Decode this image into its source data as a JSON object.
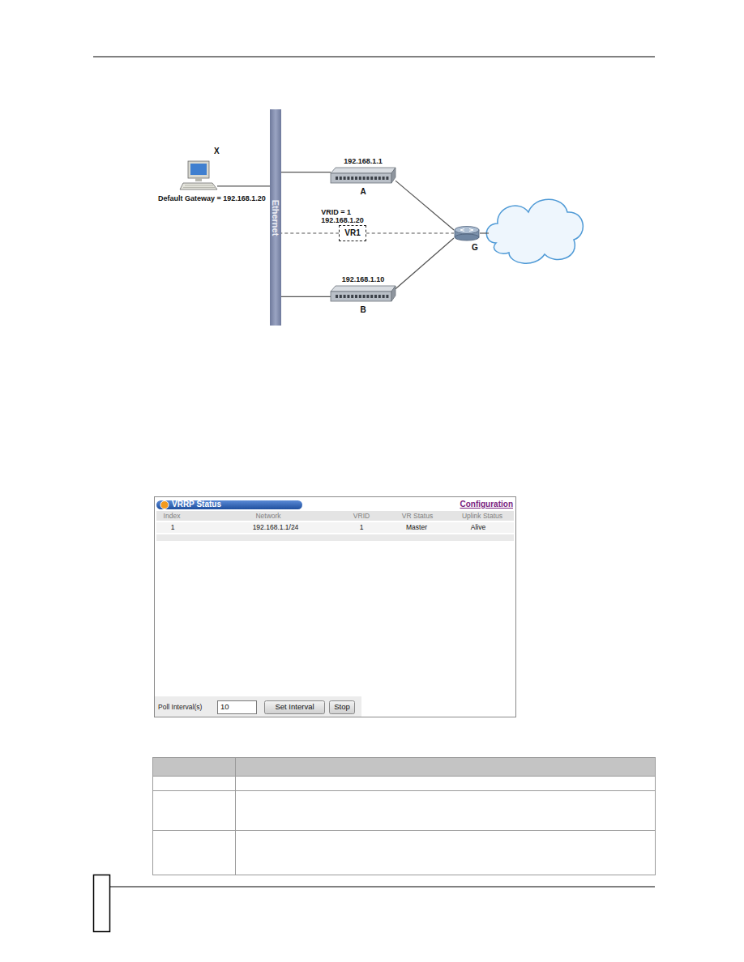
{
  "diagram": {
    "nodes": [
      {
        "text": [
          "Ethernet"
        ]
      },
      {
        "text": [
          "X",
          "Default Gateway = 192.168.1.20"
        ]
      },
      {
        "text": [
          "192.168.1.1",
          "A"
        ]
      },
      {
        "text": [
          "VRID = 1 192.168.1.20",
          "VR1"
        ]
      },
      {
        "text": [
          "192.168.1.10",
          "B"
        ]
      },
      {
        "text": [
          "G"
        ]
      }
    ],
    "edges": [
      {
        "from": 1,
        "to": 0,
        "arrow": "none"
      },
      {
        "from": 2,
        "to": 0,
        "arrow": "none"
      },
      {
        "from": 3,
        "to": 0,
        "arrow": "none"
      },
      {
        "from": 4,
        "to": 0,
        "arrow": "none"
      },
      {
        "from": 2,
        "to": 5,
        "arrow": "none"
      },
      {
        "from": 4,
        "to": 5,
        "arrow": "none"
      },
      {
        "from": 3,
        "to": 5,
        "arrow": "none"
      }
    ],
    "labels": [
      "VRRP Status",
      "Configuration",
      "Index",
      "Network",
      "VRID",
      "VR Status",
      "Uplink Status",
      "1",
      "192.168.1.1/24",
      "1",
      "Master",
      "Alive",
      "Poll Interval(s)",
      "10",
      "Set Interval",
      "Stop"
    ]
  }
}
